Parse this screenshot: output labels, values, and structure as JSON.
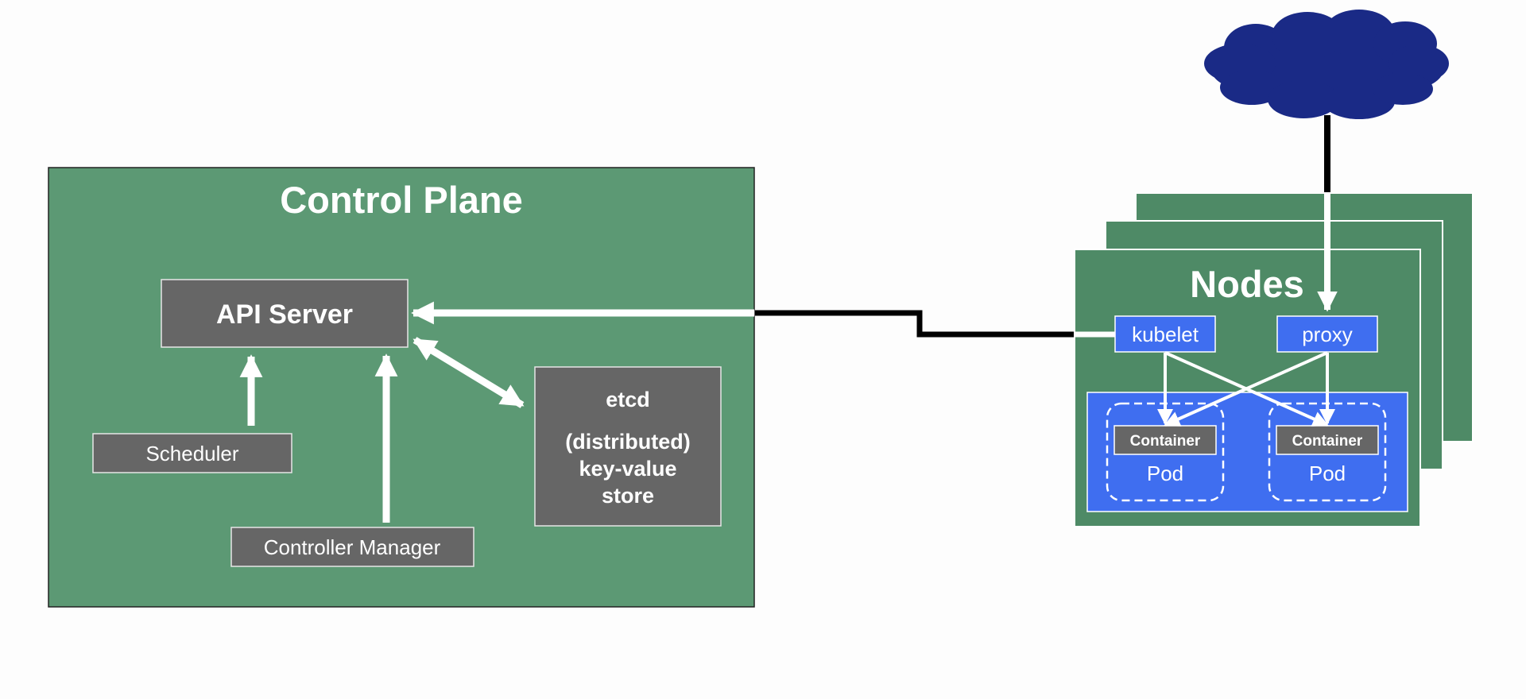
{
  "control_plane": {
    "title": "Control Plane",
    "api_server": "API Server",
    "scheduler": "Scheduler",
    "controller_manager": "Controller Manager",
    "etcd": {
      "line1": "etcd",
      "line2": "(distributed)",
      "line3": "key-value",
      "line4": "store"
    }
  },
  "nodes": {
    "title": "Nodes",
    "kubelet": "kubelet",
    "proxy": "proxy",
    "pods": [
      {
        "container": "Container",
        "label": "Pod"
      },
      {
        "container": "Container",
        "label": "Pod"
      }
    ]
  },
  "colors": {
    "control_plane_bg": "#5c9974",
    "node_bg": "#4e8a66",
    "component_box": "#666666",
    "node_component": "#3f6ef0",
    "cloud": "#1a2a86",
    "connector": "#000000",
    "arrow": "#ffffff"
  }
}
